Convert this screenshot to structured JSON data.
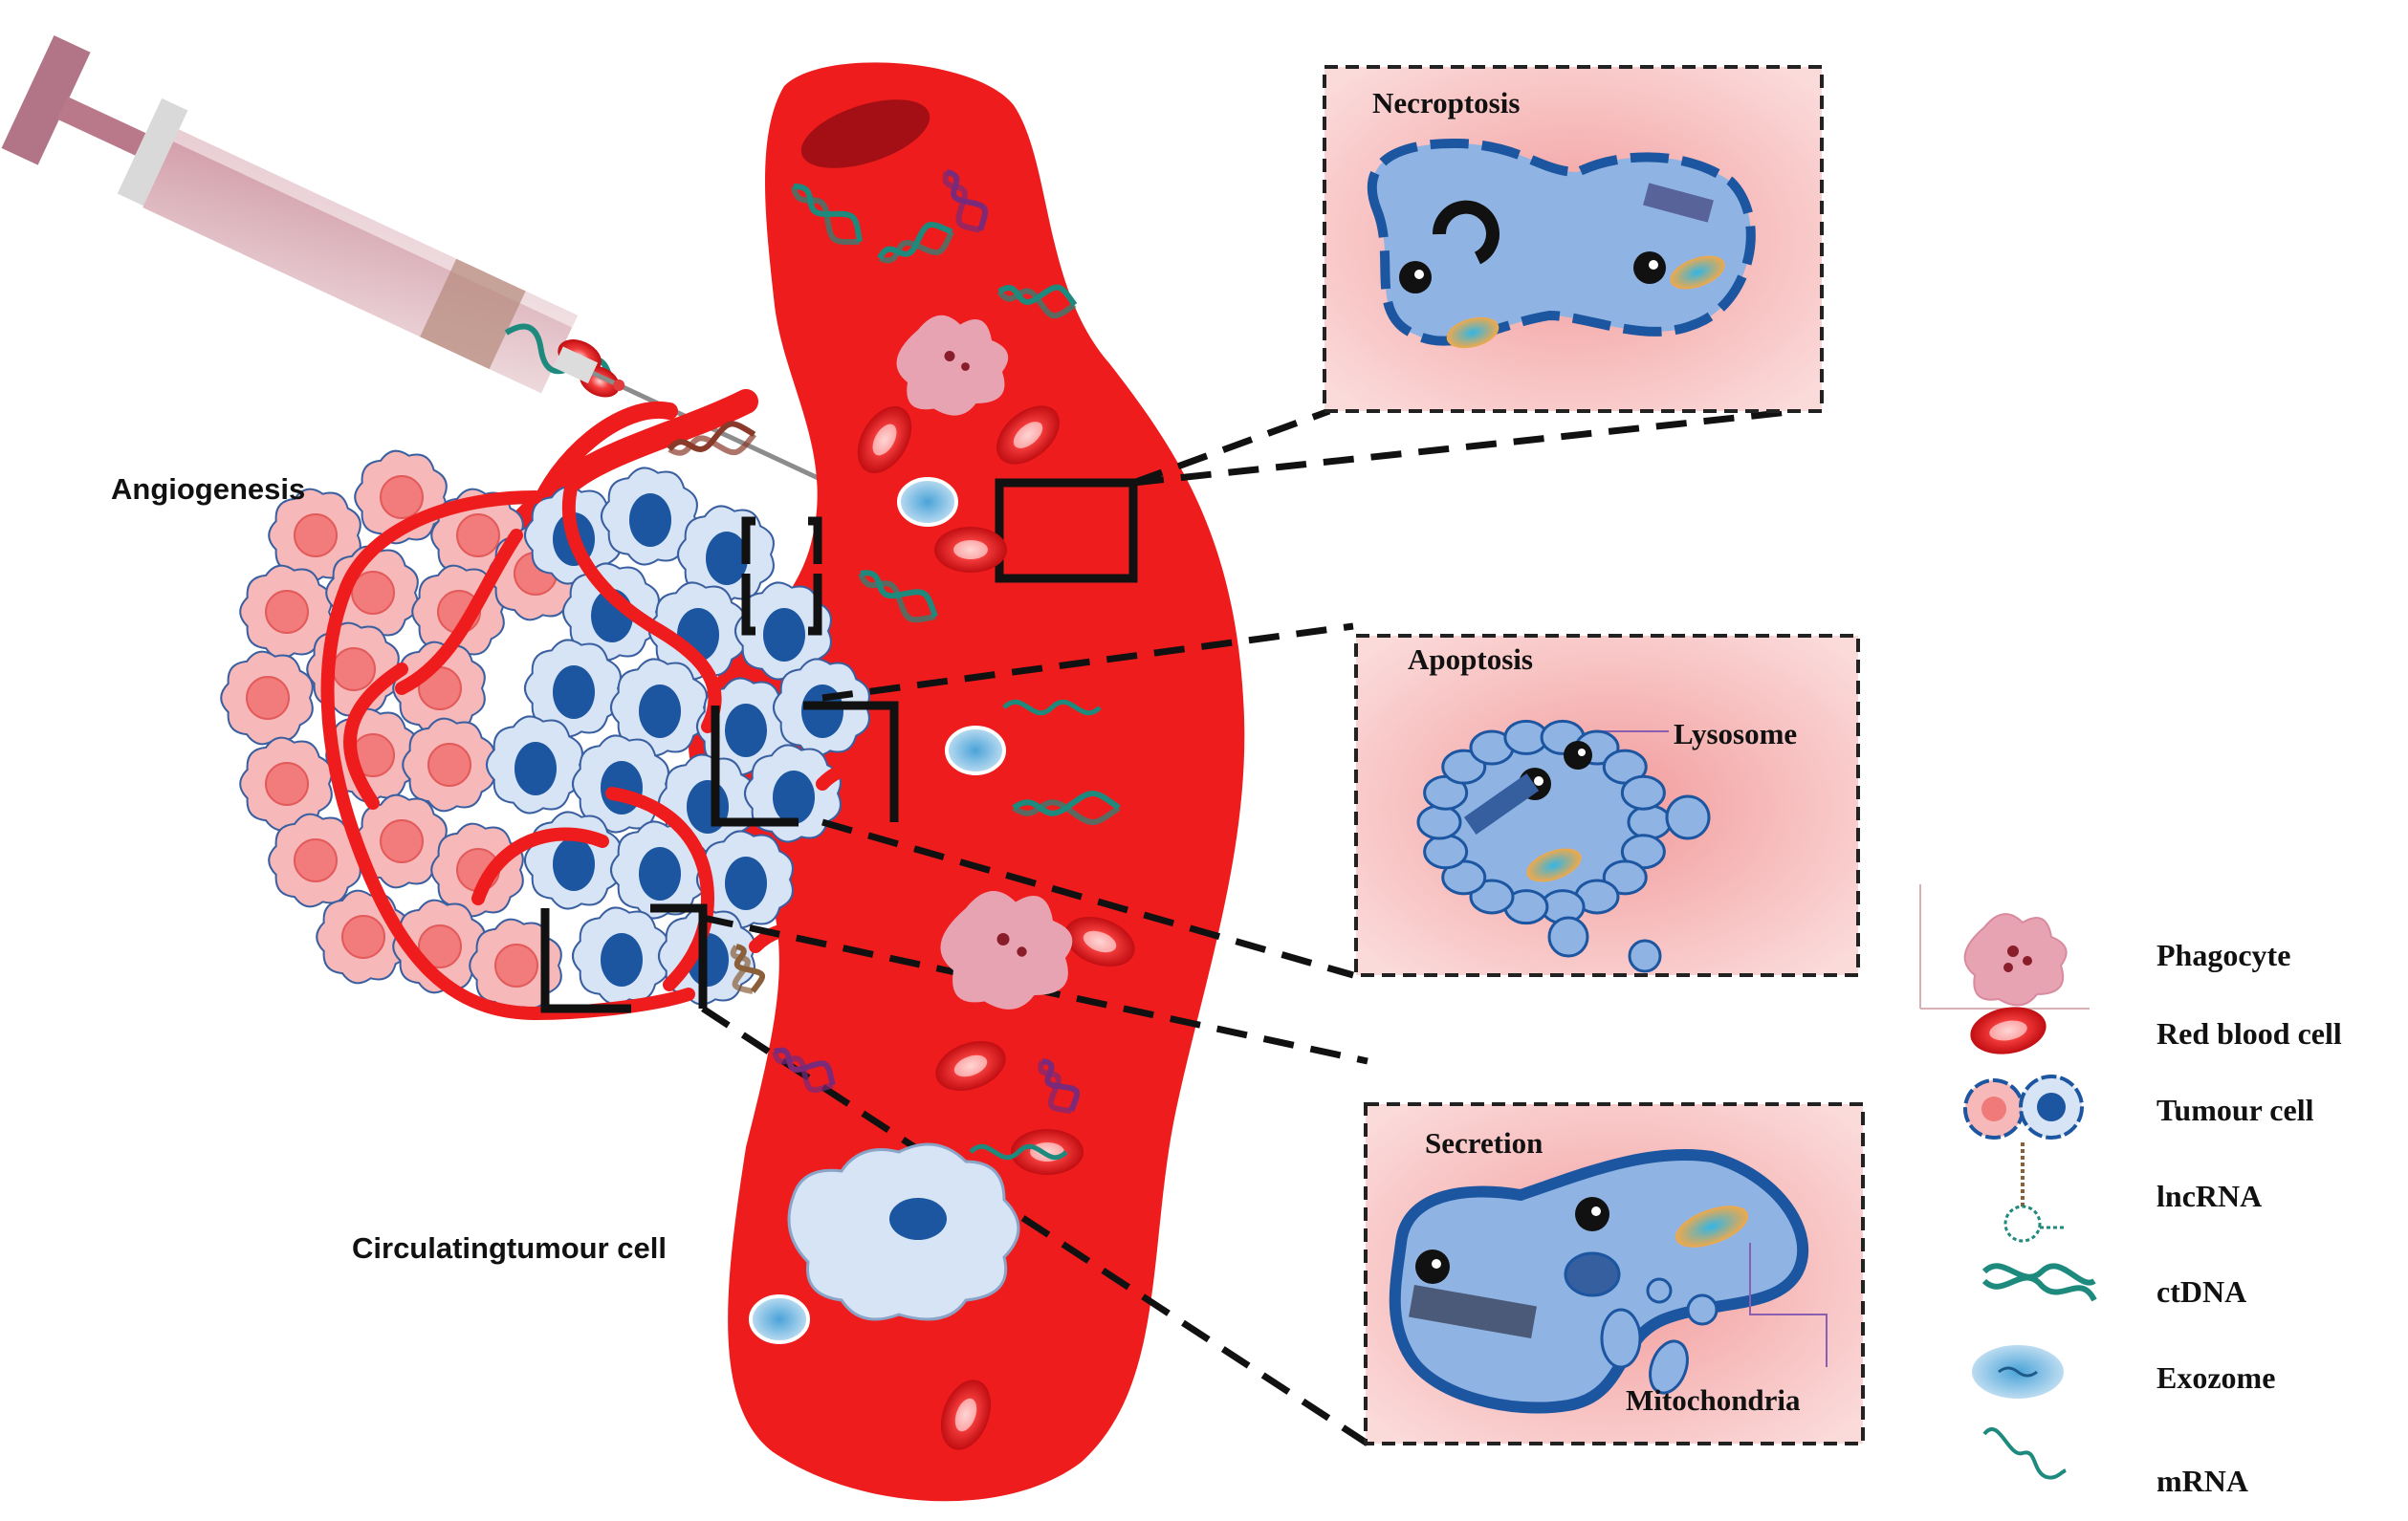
{
  "labels": {
    "angiogenesis": "Angiogenesis",
    "circulating": "Circulatingtumour cell",
    "necroptosis": "Necroptosis",
    "apoptosis": "Apoptosis",
    "lysosome": "Lysosome",
    "secretion": "Secretion",
    "mitochondria": "Mitochondria"
  },
  "legend": {
    "items": [
      {
        "key": "phagocyte",
        "label": "Phagocyte"
      },
      {
        "key": "rbc",
        "label": "Red blood cell"
      },
      {
        "key": "tumour",
        "label": "Tumour cell"
      },
      {
        "key": "lncrna",
        "label": "lncRNA"
      },
      {
        "key": "ctdna",
        "label": "ctDNA"
      },
      {
        "key": "exosome",
        "label": "Exozome"
      },
      {
        "key": "mrna",
        "label": "mRNA"
      }
    ]
  },
  "colors": {
    "blood": "#ee1c1c",
    "vessel_dark": "#a30f14",
    "tumour_pink": "#f6b8b8",
    "tumour_blue": "#d6e4f5",
    "nucleus": "#1c55a0",
    "panel_bg": "#f7c8c8",
    "dna_teal": "#1e8a7e",
    "dna_purple": "#7b2a7a"
  }
}
